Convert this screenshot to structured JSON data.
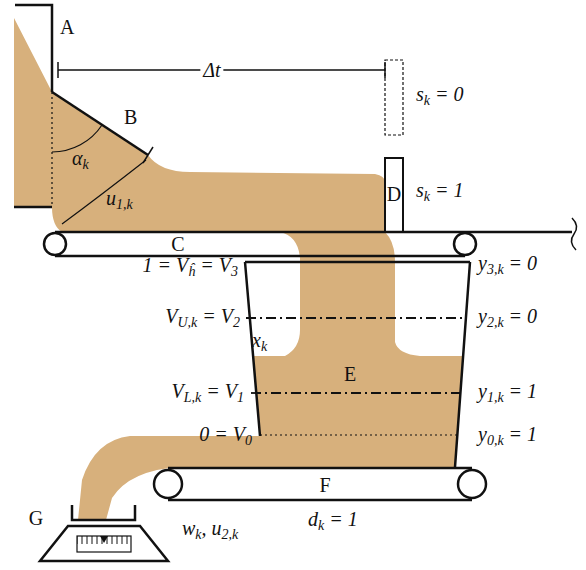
{
  "diagram": {
    "labels": [
      "A",
      "B",
      "Δt",
      "s",
      "k",
      "= 0",
      "α",
      "k",
      "u",
      "1,k",
      "s",
      "k",
      "= 1",
      "D",
      "C",
      "1 = V",
      "ĥ",
      "= V",
      "3",
      "y",
      "3,k",
      "= 0",
      "V",
      "U,k",
      "= V",
      "2",
      "y",
      "2,k",
      "= 0",
      "x",
      "k",
      "E",
      "V",
      "L,k",
      "= V",
      "1",
      "y",
      "1,k",
      "= 1",
      "0 = V",
      "0",
      "y",
      "0,k",
      "= 1",
      "F",
      "d",
      "k",
      "= 1",
      "G",
      "w",
      "k",
      ", u",
      "2,k"
    ]
  }
}
